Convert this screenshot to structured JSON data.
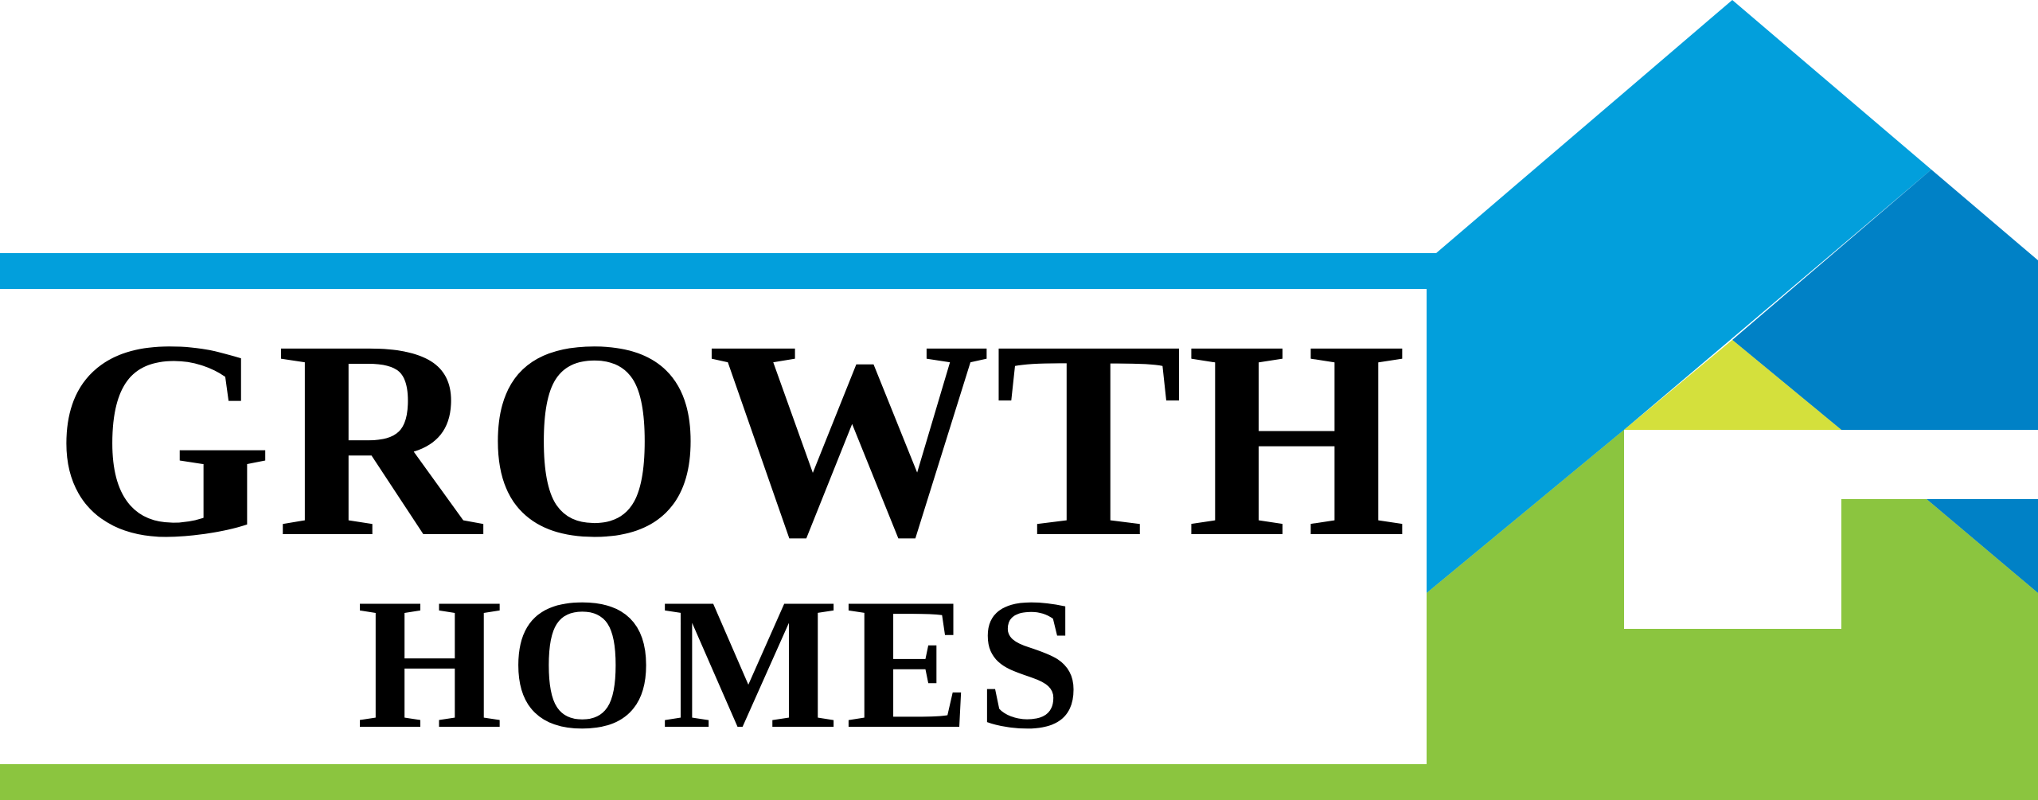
{
  "brand": {
    "line1": "GROWTH",
    "line2": "HOMES"
  },
  "colors": {
    "sky_blue": "#029FDC",
    "deep_blue": "#0081C6",
    "grass_green": "#8BC53F",
    "lime_yellow": "#D4E03C",
    "text": "#000000",
    "background": "#FFFFFF"
  },
  "icons": {
    "roof": "house-roof-icon",
    "house": "house-icon",
    "door": "door-opening"
  }
}
